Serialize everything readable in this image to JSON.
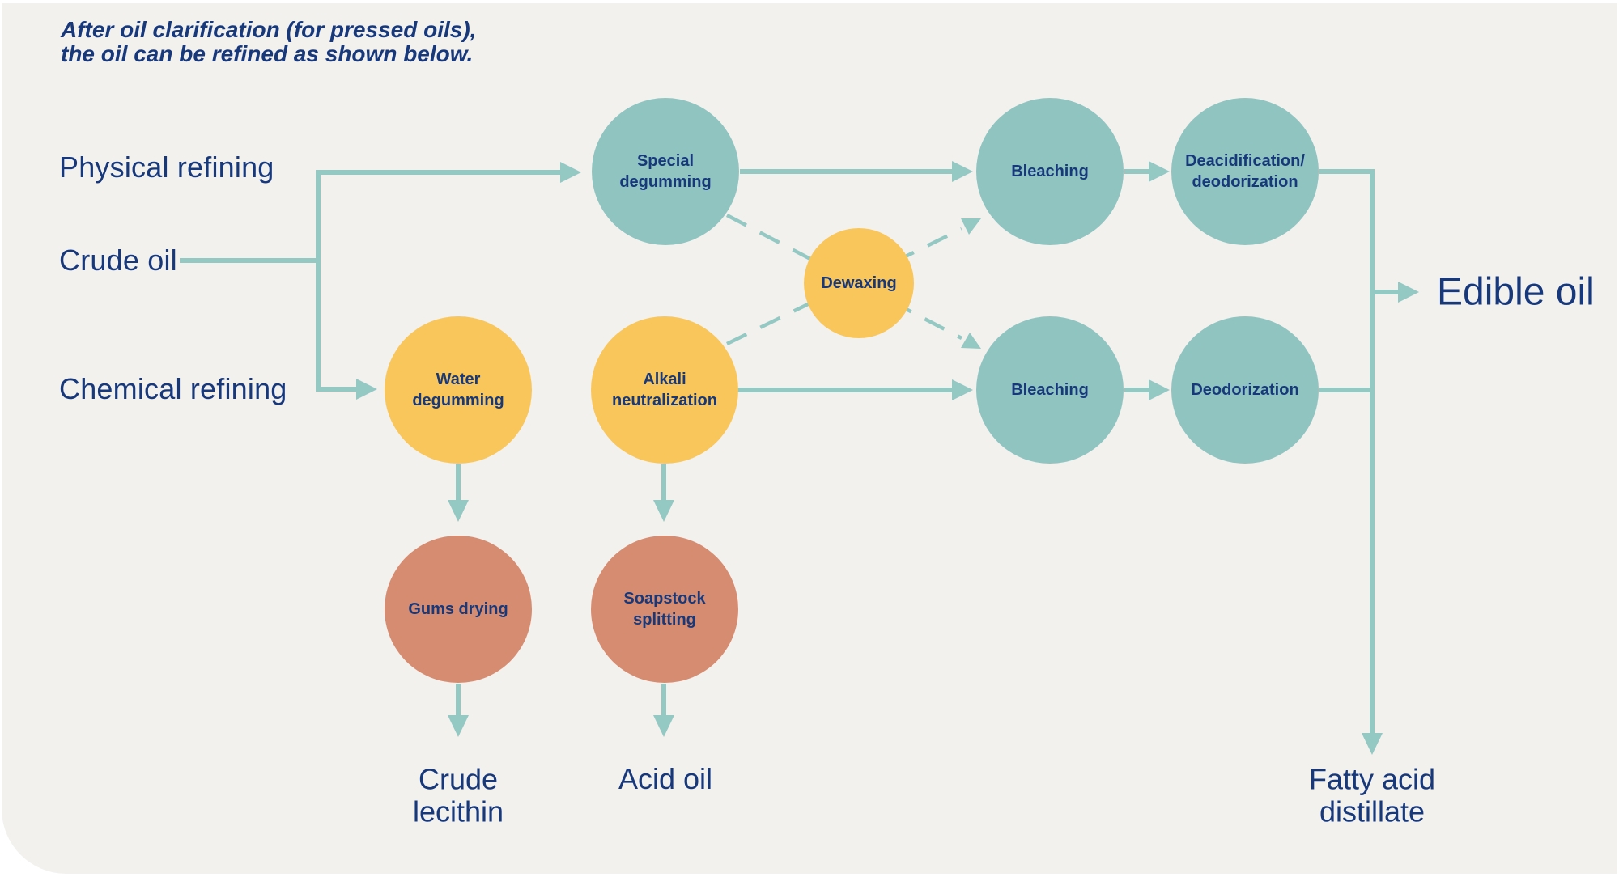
{
  "title": {
    "line1": "After oil clarification (for pressed oils),",
    "line2": "the oil can be refined as shown below."
  },
  "inputs": {
    "physical_refining": "Physical refining",
    "crude_oil": "Crude oil",
    "chemical_refining": "Chemical refining"
  },
  "nodes": {
    "special_degumming": "Special\ndegumming",
    "bleaching_top": "Bleaching",
    "deacidification_deodorization": "Deacidification/\ndeodorization",
    "dewaxing": "Dewaxing",
    "water_degumming": "Water\ndegumming",
    "alkali_neutralization": "Alkali\nneutralization",
    "bleaching_bottom": "Bleaching",
    "deodorization": "Deodorization",
    "gums_drying": "Gums drying",
    "soapstock_splitting": "Soapstock\nsplitting"
  },
  "outputs": {
    "edible_oil": "Edible oil",
    "crude_lecithin": "Crude\nlecithin",
    "acid_oil": "Acid oil",
    "fatty_acid_distillate": "Fatty acid\ndistillate"
  },
  "colors": {
    "canvas_background": "#f2f1ee",
    "page_background": "#ffffff",
    "process_teal": "#8fc4c0",
    "process_gold": "#f9c65c",
    "byproduct_salmon": "#d68c70",
    "connector_teal": "#94c8c3",
    "text_navy": "#17397c"
  }
}
